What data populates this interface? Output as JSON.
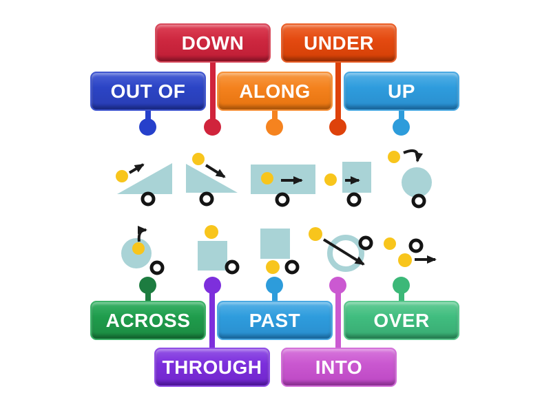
{
  "activity": {
    "type": "labelled-diagram-matching",
    "background": "#ffffff"
  },
  "labels": [
    {
      "id": "down",
      "text": "DOWN",
      "color": "#ce2840"
    },
    {
      "id": "under",
      "text": "UNDER",
      "color": "#e44a11"
    },
    {
      "id": "out-of",
      "text": "OUT OF",
      "color": "#2b44c5"
    },
    {
      "id": "along",
      "text": "ALONG",
      "color": "#f4821e"
    },
    {
      "id": "up",
      "text": "UP",
      "color": "#2e9cdd"
    },
    {
      "id": "across",
      "text": "ACROSS",
      "color": "#1f9c4c"
    },
    {
      "id": "past",
      "text": "PAST",
      "color": "#2e9cdd"
    },
    {
      "id": "over",
      "text": "OVER",
      "color": "#40bd7f"
    },
    {
      "id": "through",
      "text": "THROUGH",
      "color": "#7c2fdc"
    },
    {
      "id": "into",
      "text": "INTO",
      "color": "#ca58d0"
    }
  ],
  "diagrams": [
    {
      "name": "ball-up-ramp"
    },
    {
      "name": "ball-down-ramp"
    },
    {
      "name": "ball-along-rectangle"
    },
    {
      "name": "ball-into-square"
    },
    {
      "name": "ball-onto-circle"
    },
    {
      "name": "ball-out-of-circle"
    },
    {
      "name": "ball-above-square"
    },
    {
      "name": "ball-under-square"
    },
    {
      "name": "ball-through-ring"
    },
    {
      "name": "ball-past-ball"
    }
  ],
  "palette": {
    "shape": "#a9d3d6",
    "ball": "#f8c51c",
    "arrow": "#1a1a1a",
    "target_ring": "#141414",
    "background": "#ffffff"
  }
}
